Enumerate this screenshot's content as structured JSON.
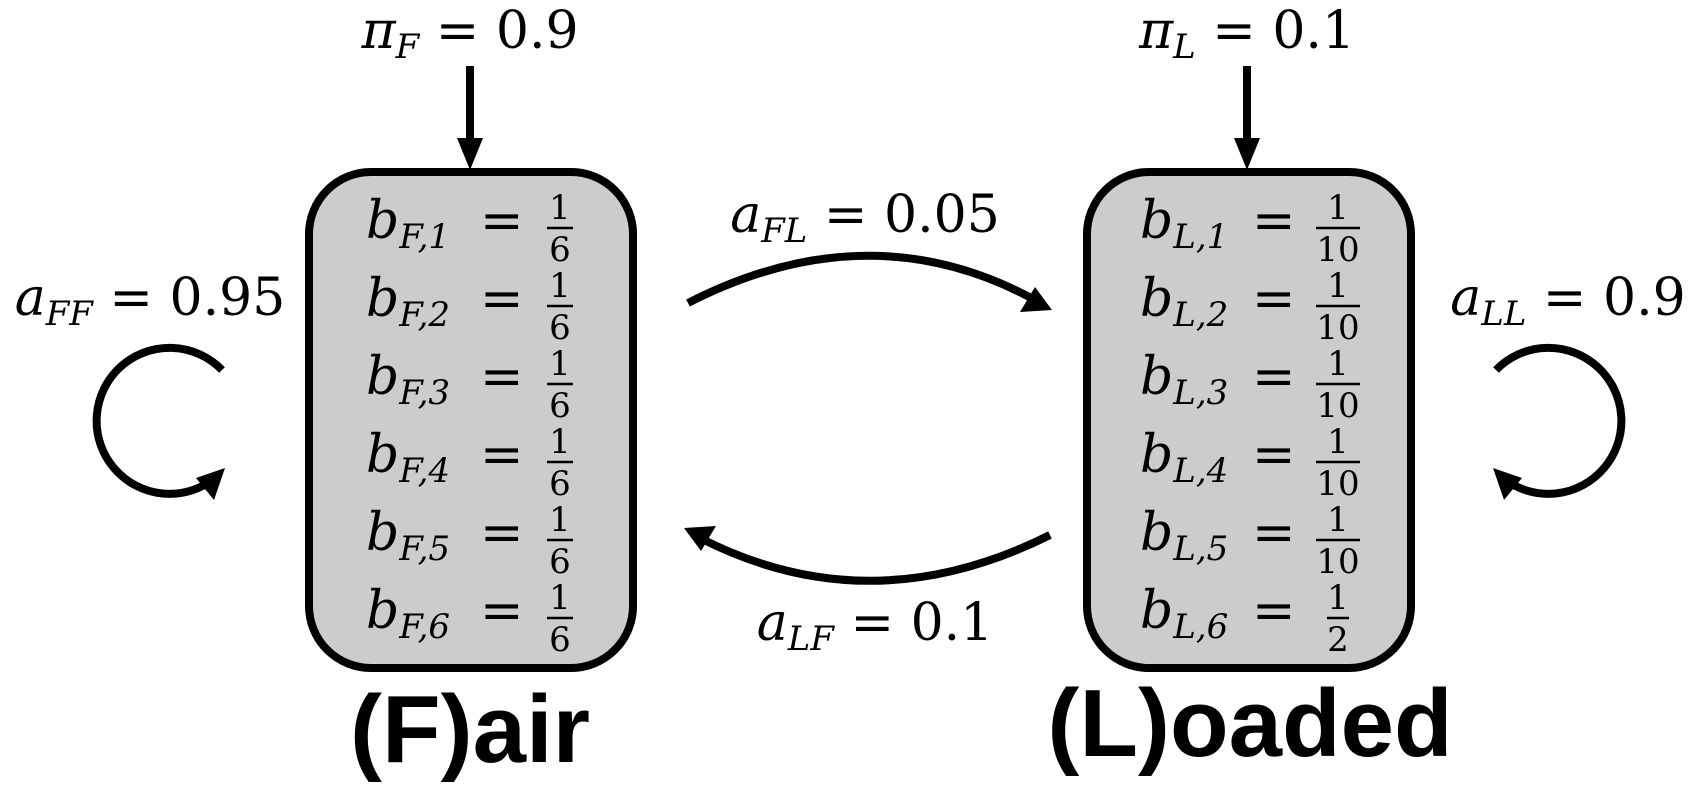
{
  "initial": {
    "fair": {
      "symbol": "π",
      "sub": "F",
      "value": "0.9"
    },
    "loaded": {
      "symbol": "π",
      "sub": "L",
      "value": "0.1"
    }
  },
  "transitions": {
    "ff": {
      "symbol": "a",
      "sub": "FF",
      "value": "0.95"
    },
    "fl": {
      "symbol": "a",
      "sub": "FL",
      "value": "0.05"
    },
    "lf": {
      "symbol": "a",
      "sub": "LF",
      "value": "0.1"
    },
    "ll": {
      "symbol": "a",
      "sub": "LL",
      "value": "0.9"
    }
  },
  "states": {
    "fair": {
      "label": "(F)air",
      "emissions": [
        {
          "symbol": "b",
          "sub": "F,1",
          "num": "1",
          "den": "6"
        },
        {
          "symbol": "b",
          "sub": "F,2",
          "num": "1",
          "den": "6"
        },
        {
          "symbol": "b",
          "sub": "F,3",
          "num": "1",
          "den": "6"
        },
        {
          "symbol": "b",
          "sub": "F,4",
          "num": "1",
          "den": "6"
        },
        {
          "symbol": "b",
          "sub": "F,5",
          "num": "1",
          "den": "6"
        },
        {
          "symbol": "b",
          "sub": "F,6",
          "num": "1",
          "den": "6"
        }
      ]
    },
    "loaded": {
      "label": "(L)oaded",
      "emissions": [
        {
          "symbol": "b",
          "sub": "L,1",
          "num": "1",
          "den": "10"
        },
        {
          "symbol": "b",
          "sub": "L,2",
          "num": "1",
          "den": "10"
        },
        {
          "symbol": "b",
          "sub": "L,3",
          "num": "1",
          "den": "10"
        },
        {
          "symbol": "b",
          "sub": "L,4",
          "num": "1",
          "den": "10"
        },
        {
          "symbol": "b",
          "sub": "L,5",
          "num": "1",
          "den": "10"
        },
        {
          "symbol": "b",
          "sub": "L,6",
          "num": "1",
          "den": "2"
        }
      ]
    }
  },
  "colors": {
    "box_fill": "#cccccc",
    "stroke": "#000000"
  }
}
